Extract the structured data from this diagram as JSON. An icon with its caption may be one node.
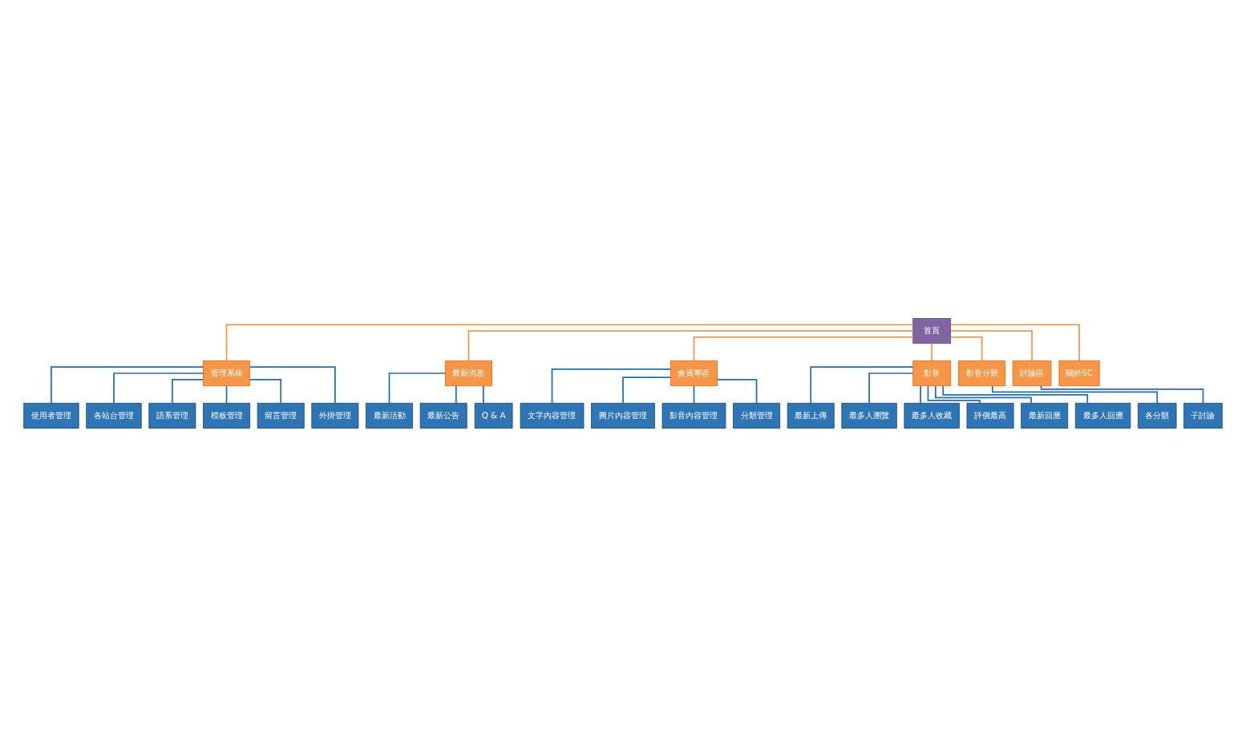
{
  "diagram": {
    "nodes": [
      {
        "text": [
          "首頁"
        ]
      },
      {
        "text": [
          "管理系統"
        ]
      },
      {
        "text": [
          "使用者管理"
        ]
      },
      {
        "text": [
          "各站台管理"
        ]
      },
      {
        "text": [
          "語系管理"
        ]
      },
      {
        "text": [
          "模板管理"
        ]
      },
      {
        "text": [
          "留言管理"
        ]
      },
      {
        "text": [
          "外掛管理"
        ]
      },
      {
        "text": [
          "最新消息"
        ]
      },
      {
        "text": [
          "會員專區"
        ]
      },
      {
        "text": [
          "影音"
        ]
      },
      {
        "text": [
          "影音分類"
        ]
      },
      {
        "text": [
          "討論區"
        ]
      },
      {
        "text": [
          "關於SC"
        ]
      },
      {
        "text": [
          "最新活動"
        ]
      },
      {
        "text": [
          "最新公告"
        ]
      },
      {
        "text": [
          "Q & A"
        ]
      },
      {
        "text": [
          "文字內容管理"
        ]
      },
      {
        "text": [
          "圖片內容管理"
        ]
      },
      {
        "text": [
          "影音內容管理"
        ]
      },
      {
        "text": [
          "分類管理"
        ]
      },
      {
        "text": [
          "最新上傳"
        ]
      },
      {
        "text": [
          "最多人瀏覽"
        ]
      },
      {
        "text": [
          "最多人收藏"
        ]
      },
      {
        "text": [
          "評價最高"
        ]
      },
      {
        "text": [
          "最新回應"
        ]
      },
      {
        "text": [
          "最多人回應"
        ]
      },
      {
        "text": [
          "各分類"
        ]
      },
      {
        "text": [
          "子討論"
        ]
      }
    ],
    "edges": [
      {
        "from": 0,
        "to": 1,
        "arrow": "none",
        "color": "#f79646"
      },
      {
        "from": 1,
        "to": 2,
        "arrow": "none"
      },
      {
        "from": 1,
        "to": 3,
        "arrow": "none"
      },
      {
        "from": 1,
        "to": 4,
        "arrow": "none"
      },
      {
        "from": 1,
        "to": 5,
        "arrow": "none"
      },
      {
        "from": 1,
        "to": 6,
        "arrow": "none"
      },
      {
        "from": 1,
        "to": 7,
        "arrow": "none"
      },
      {
        "from": 0,
        "to": 8,
        "arrow": "none",
        "color": "#f79646"
      },
      {
        "from": 0,
        "to": 9,
        "arrow": "none",
        "color": "#f79646"
      },
      {
        "from": 0,
        "to": 10,
        "arrow": "none",
        "color": "#f79646"
      },
      {
        "from": 0,
        "to": 11,
        "arrow": "none",
        "color": "#f79646"
      },
      {
        "from": 0,
        "to": 12,
        "arrow": "none",
        "color": "#f79646"
      },
      {
        "from": 0,
        "to": 13,
        "arrow": "none",
        "color": "#f79646"
      },
      {
        "from": 8,
        "to": 14,
        "arrow": "none"
      },
      {
        "from": 8,
        "to": 15,
        "arrow": "none"
      },
      {
        "from": 8,
        "to": 16,
        "arrow": "none"
      },
      {
        "from": 9,
        "to": 17,
        "arrow": "none"
      },
      {
        "from": 9,
        "to": 18,
        "arrow": "none"
      },
      {
        "from": 9,
        "to": 19,
        "arrow": "none"
      },
      {
        "from": 9,
        "to": 20,
        "arrow": "none"
      },
      {
        "from": 10,
        "to": 21,
        "arrow": "none"
      },
      {
        "from": 10,
        "to": 22,
        "arrow": "none"
      },
      {
        "from": 10,
        "to": 23,
        "arrow": "none"
      },
      {
        "from": 10,
        "to": 24,
        "arrow": "none"
      },
      {
        "from": 10,
        "to": 25,
        "arrow": "none"
      },
      {
        "from": 10,
        "to": 26,
        "arrow": "none"
      },
      {
        "from": 11,
        "to": 27,
        "arrow": "none"
      },
      {
        "from": 12,
        "to": 28,
        "arrow": "none"
      }
    ]
  }
}
